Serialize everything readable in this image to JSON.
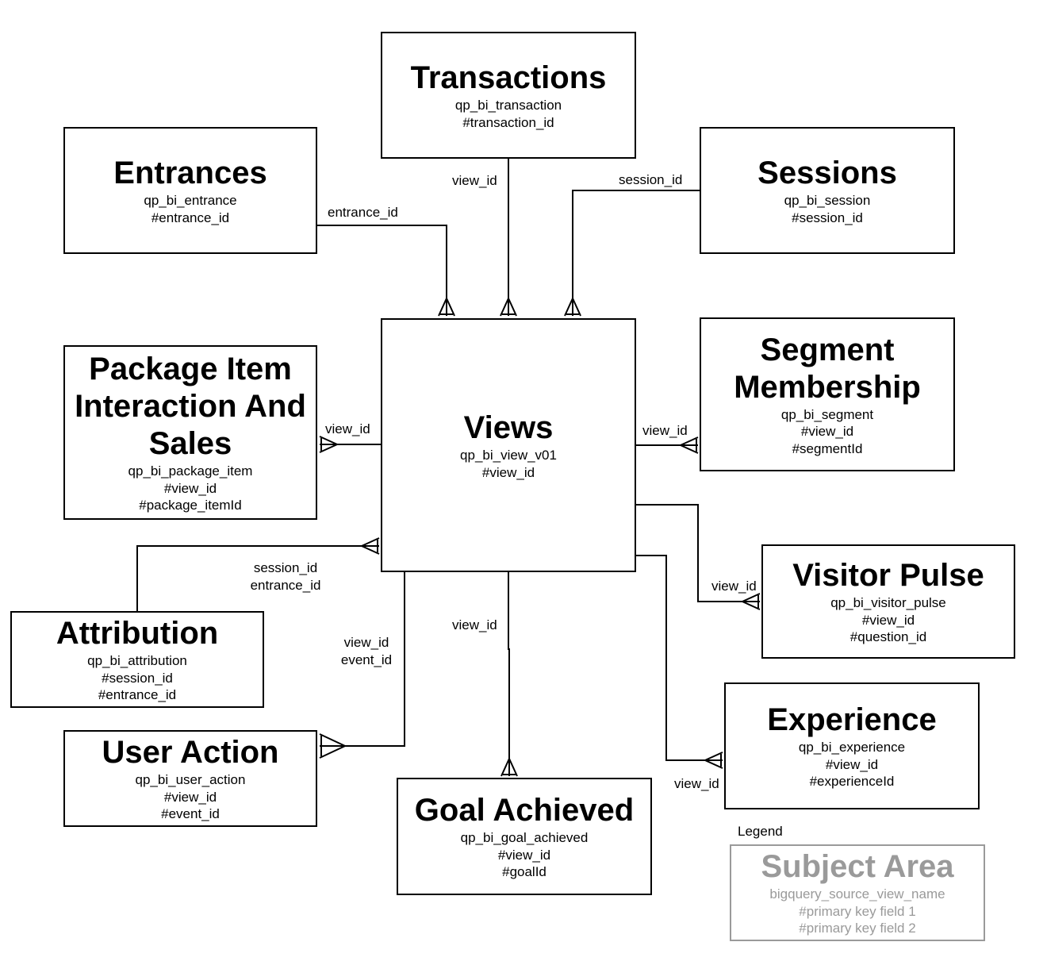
{
  "entities": {
    "transactions": {
      "title": "Transactions",
      "fields": [
        "qp_bi_transaction",
        "#transaction_id"
      ]
    },
    "entrances": {
      "title": "Entrances",
      "fields": [
        "qp_bi_entrance",
        "#entrance_id"
      ]
    },
    "sessions": {
      "title": "Sessions",
      "fields": [
        "qp_bi_session",
        "#session_id"
      ]
    },
    "views": {
      "title": "Views",
      "fields": [
        "qp_bi_view_v01",
        "#view_id"
      ]
    },
    "package_item": {
      "title_lines": [
        "Package Item",
        "Interaction And",
        "Sales"
      ],
      "fields": [
        "qp_bi_package_item",
        "#view_id",
        "#package_itemId"
      ]
    },
    "segment": {
      "title_lines": [
        "Segment",
        "Membership"
      ],
      "fields": [
        "qp_bi_segment",
        "#view_id",
        "#segmentId"
      ]
    },
    "visitor_pulse": {
      "title": "Visitor Pulse",
      "fields": [
        "qp_bi_visitor_pulse",
        "#view_id",
        "#question_id"
      ]
    },
    "attribution": {
      "title": "Attribution",
      "fields": [
        "qp_bi_attribution",
        "#session_id",
        "#entrance_id"
      ]
    },
    "user_action": {
      "title": "User Action",
      "fields": [
        "qp_bi_user_action",
        "#view_id",
        "#event_id"
      ]
    },
    "goal_achieved": {
      "title": "Goal Achieved",
      "fields": [
        "qp_bi_goal_achieved",
        "#view_id",
        "#goalId"
      ]
    },
    "experience": {
      "title": "Experience",
      "fields": [
        "qp_bi_experience",
        "#view_id",
        "#experienceId"
      ]
    }
  },
  "relationships": {
    "transactions_views": "view_id",
    "entrances_views": "entrance_id",
    "sessions_views": "session_id",
    "views_package_item": "view_id",
    "views_segment": "view_id",
    "views_visitor_pulse": "view_id",
    "attribution_views": [
      "session_id",
      "entrance_id"
    ],
    "views_user_action": [
      "view_id",
      "event_id"
    ],
    "views_goal_achieved": "view_id",
    "views_experience": "view_id"
  },
  "legend": {
    "label": "Legend",
    "title": "Subject Area",
    "fields": [
      "bigquery_source_view_name",
      "#primary key field 1",
      "#primary key field 2"
    ],
    "color": "#9a9a9a"
  },
  "colors": {
    "line": "#000000",
    "box_border": "#000000",
    "legend": "#9a9a9a"
  }
}
